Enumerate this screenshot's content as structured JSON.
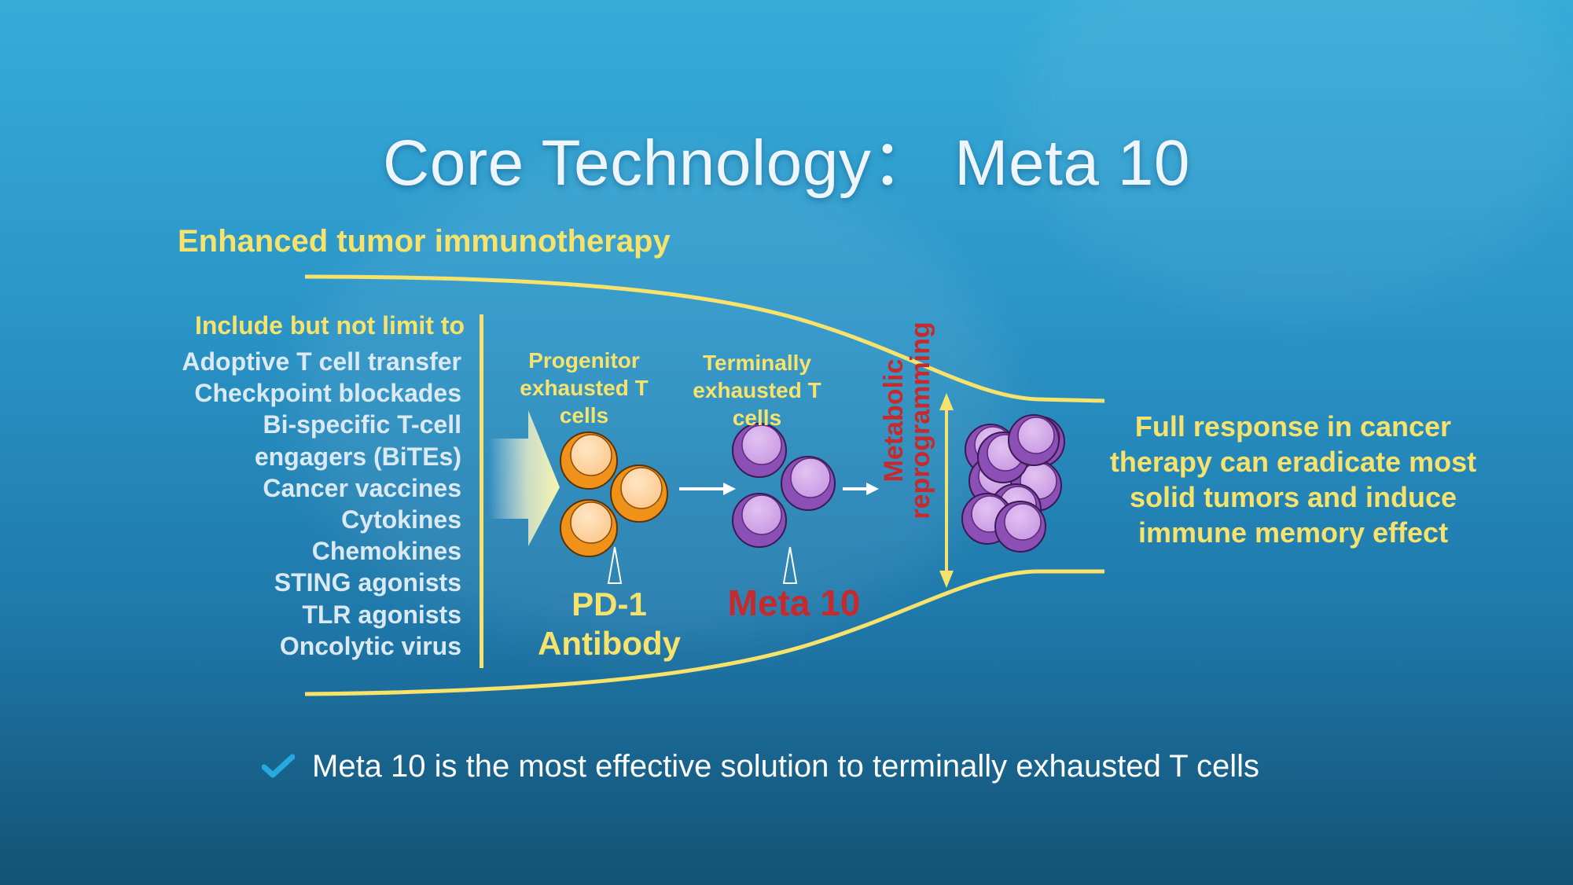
{
  "title": "Core Technology： Meta 10",
  "heading": "Enhanced tumor immunotherapy",
  "therapies": {
    "intro": "Include but not limit to",
    "items": [
      "Adoptive T cell transfer",
      "Checkpoint blockades",
      "Bi-specific T-cell",
      "engagers (BiTEs)",
      "Cancer vaccines",
      "Cytokines",
      "Chemokines",
      "STING agonists",
      "TLR agonists",
      "Oncolytic virus"
    ]
  },
  "stages": {
    "progenitor": [
      "Progenitor",
      "exhausted T",
      "cells"
    ],
    "terminal": [
      "Terminally",
      "exhausted T",
      "cells"
    ]
  },
  "agents": {
    "pd1": [
      "PD-1",
      "Antibody"
    ],
    "pd1_color": "#f7e36b",
    "meta10": "Meta 10",
    "meta10_color": "#c62a2d"
  },
  "metabolic": [
    "Metabolic",
    "reprogramming"
  ],
  "response": [
    "Full response in cancer",
    "therapy can eradicate most",
    "solid tumors and induce",
    "immune memory effect"
  ],
  "note": "Meta 10 is the most effective solution to terminally exhausted T cells",
  "icons": {
    "check": "check-icon",
    "input_arrow": "arrow-right-icon"
  },
  "colors": {
    "accent_yellow": "#f7e36b",
    "progenitor_cell": "#f0921a",
    "terminal_cell": "#8c4fb5",
    "meta10_red": "#c62a2d",
    "check_blue": "#27a8e0"
  }
}
